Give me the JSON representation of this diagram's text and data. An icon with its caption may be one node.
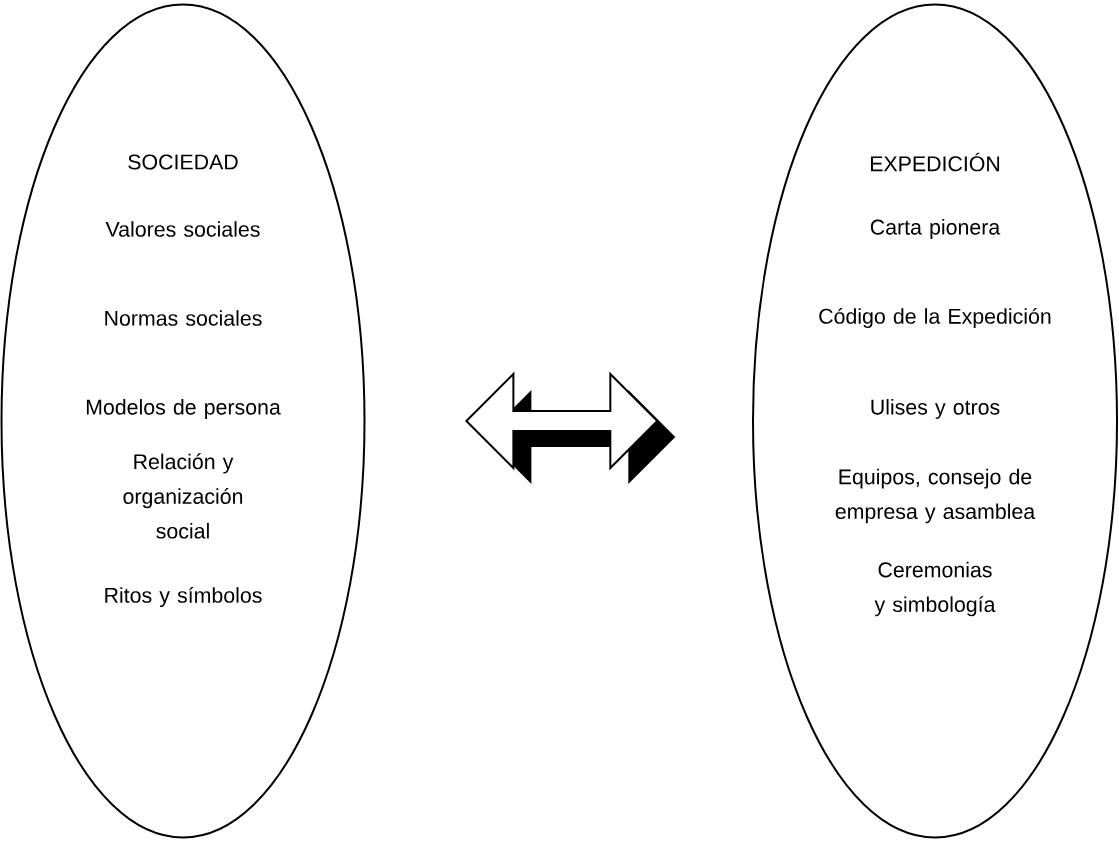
{
  "diagram": {
    "nodes": [
      {
        "text": [
          "SOCIEDAD",
          "Valores sociales",
          "Normas sociales",
          "Modelos de persona",
          "Relación y organización social",
          "Ritos y símbolos"
        ]
      },
      {
        "text": [
          "EXPEDICIÓN",
          "Carta pionera",
          "Código de la Expedición",
          "Ulises y otros",
          "Equipos, consejo de empresa y asamblea",
          "Ceremonias y simbología"
        ]
      }
    ],
    "edges": [
      {
        "from": 0,
        "to": 1,
        "arrow": "both",
        "style": "thick"
      }
    ]
  }
}
